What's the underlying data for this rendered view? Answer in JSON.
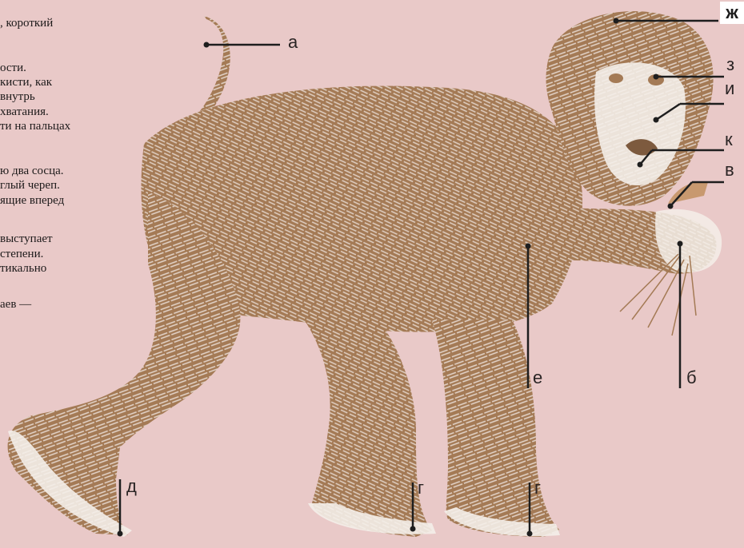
{
  "text_lines": [
    ", короткий",
    "ости.",
    " кисти, как",
    "внутрь",
    " хватания.",
    "ти на пальцах",
    "ю два сосца.",
    "глый череп.",
    "ящие вперед",
    " выступает",
    " степени.",
    "тикально",
    "аев —"
  ],
  "labels": {
    "a": "а",
    "b": "б",
    "v": "в",
    "g1": "г",
    "g2": "г",
    "d": "д",
    "e": "е",
    "zh": "ж",
    "z": "з",
    "i": "и",
    "k": "к"
  },
  "colors": {
    "background": "#e9c9c8",
    "fur": "#a47a55",
    "fur_dark": "#7d5a3e",
    "highlight": "#f4eee9",
    "line": "#1e1e1e"
  }
}
